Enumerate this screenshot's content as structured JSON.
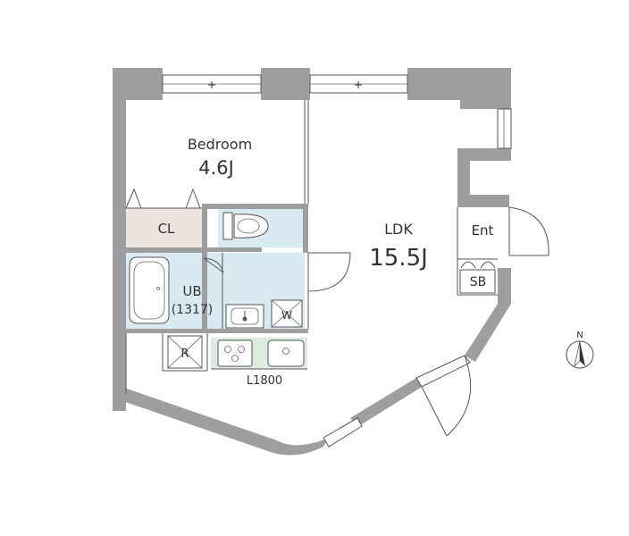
{
  "rooms": {
    "bedroom": {
      "name": "Bedroom",
      "size": "4.6J"
    },
    "ldk": {
      "name": "LDK",
      "size": "15.5J"
    },
    "closet": {
      "name": "CL"
    },
    "bath": {
      "name": "UB",
      "size": "(1317)"
    },
    "entrance": {
      "name": "Ent"
    },
    "shoebox": {
      "name": "SB"
    }
  },
  "kitchen_label": "L1800",
  "symbols": {
    "washer": "W",
    "fridge": "R",
    "north": "N"
  },
  "colors": {
    "wall": "#9d9e9f",
    "closet_fill": "#ede3df",
    "wet_area_fill": "#daeaf1",
    "kitchen_fill": "#dcebdd",
    "line": "#555555"
  }
}
